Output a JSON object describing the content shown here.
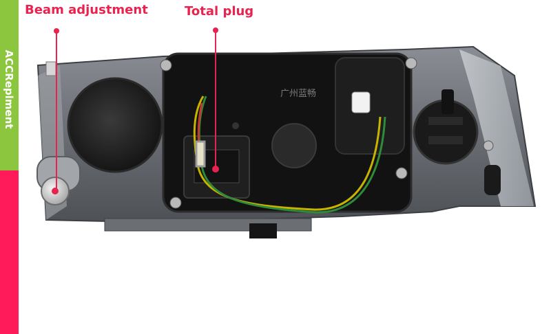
{
  "sidebar": {
    "brand": "ACCReplment"
  },
  "annotations": {
    "beam_adjustment": "Beam adjustment",
    "total_plug": "Total plug"
  },
  "product": {
    "logo_text": "广州蓝畅"
  },
  "colors": {
    "accent_green": "#8cc63e",
    "accent_pink": "#ff1a5a",
    "label_red": "#e8234f"
  }
}
